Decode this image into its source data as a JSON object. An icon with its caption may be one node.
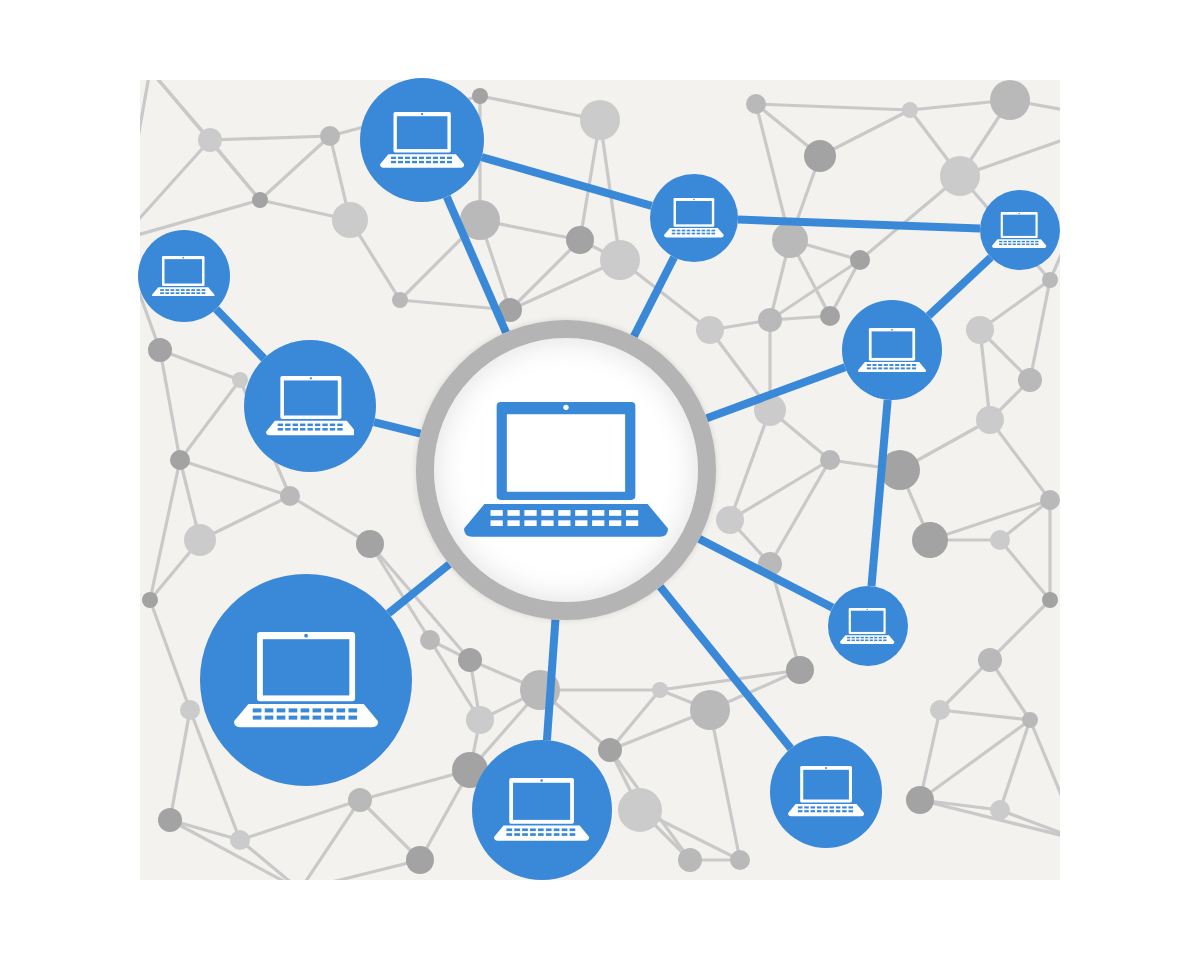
{
  "diagram": {
    "nodes": [
      {
        "text": [],
        "shape": "circle"
      },
      {
        "text": [],
        "shape": "circle"
      },
      {
        "text": [],
        "shape": "circle"
      },
      {
        "text": [],
        "shape": "circle"
      },
      {
        "text": [],
        "shape": "circle"
      },
      {
        "text": [],
        "shape": "circle"
      },
      {
        "text": [],
        "shape": "circle"
      },
      {
        "text": [],
        "shape": "circle"
      },
      {
        "text": [],
        "shape": "circle"
      },
      {
        "text": [],
        "shape": "circle"
      },
      {
        "text": [],
        "shape": "circle"
      }
    ],
    "edges": [
      {
        "from": 0,
        "to": 6,
        "arrow": "none"
      },
      {
        "from": 0,
        "to": 1,
        "arrow": "none"
      },
      {
        "from": 1,
        "to": 6,
        "arrow": "none"
      },
      {
        "from": 1,
        "to": 2,
        "arrow": "none"
      },
      {
        "from": 3,
        "to": 5,
        "arrow": "none"
      },
      {
        "from": 5,
        "to": 6,
        "arrow": "none"
      },
      {
        "from": 2,
        "to": 4,
        "arrow": "none"
      },
      {
        "from": 4,
        "to": 6,
        "arrow": "none"
      },
      {
        "from": 4,
        "to": 7,
        "arrow": "none"
      },
      {
        "from": 6,
        "to": 7,
        "arrow": "none"
      },
      {
        "from": 6,
        "to": 8,
        "arrow": "none"
      },
      {
        "from": 6,
        "to": 9,
        "arrow": "none"
      },
      {
        "from": 6,
        "to": 10,
        "arrow": "none"
      }
    ]
  }
}
